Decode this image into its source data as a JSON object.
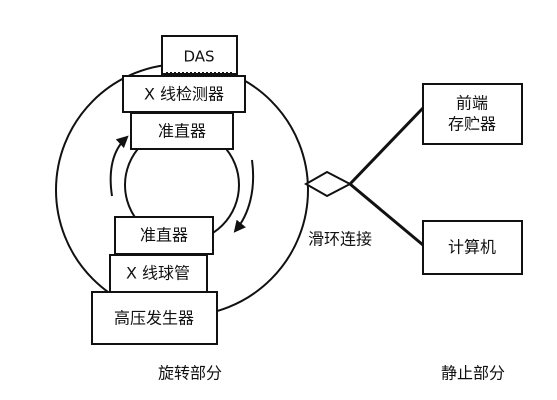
{
  "rotating_part": {
    "das_label": "DAS",
    "detector_label": "X 线检测器",
    "collimator_top_label": "准直器",
    "collimator_bottom_label": "准直器",
    "tube_label": "X 线球管",
    "generator_label": "高压发生器",
    "section_label": "旋转部分"
  },
  "connection": {
    "slip_ring_label": "滑环连接"
  },
  "stationary_part": {
    "frontend_storage_line1": "前端",
    "frontend_storage_line2": "存贮器",
    "computer_label": "计算机",
    "section_label": "静止部分"
  }
}
